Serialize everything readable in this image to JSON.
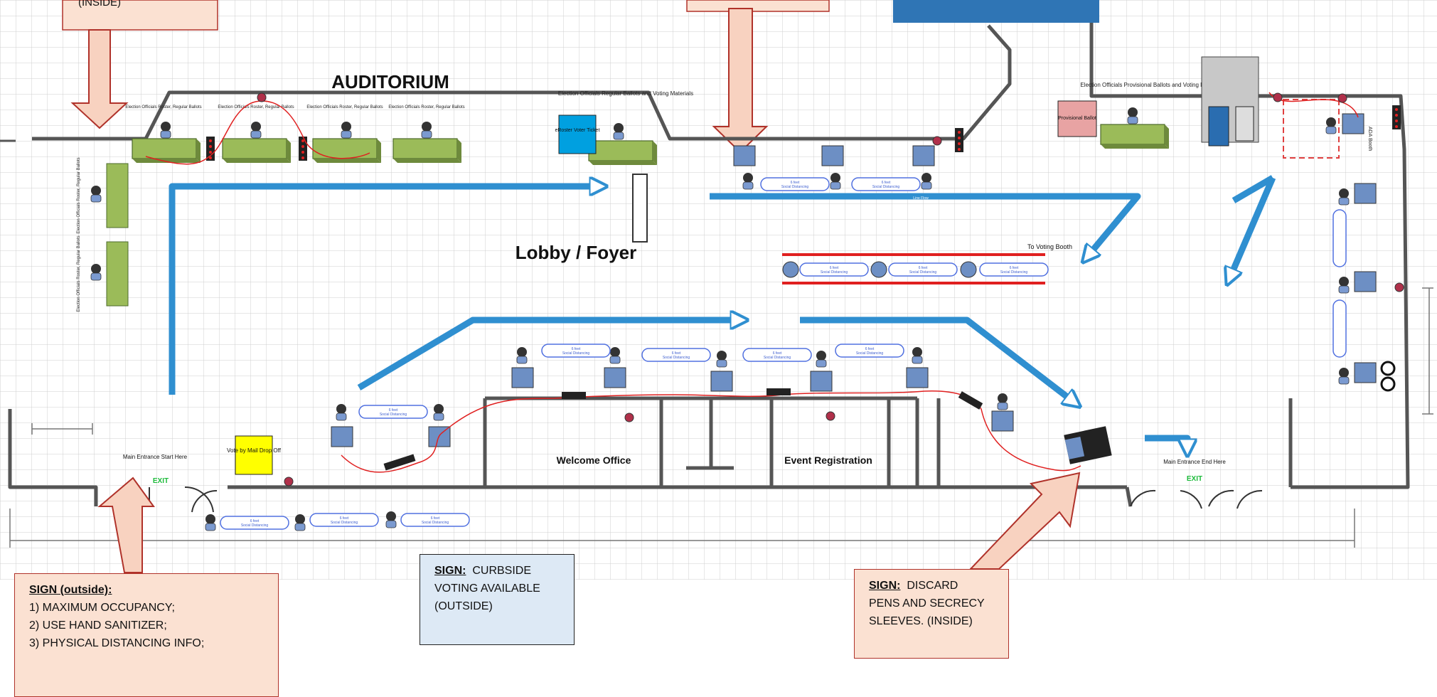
{
  "signs": {
    "top_left_partial": "(INSIDE)",
    "outside": {
      "heading": "SIGN (outside):",
      "lines": [
        "1) MAXIMUM OCCUPANCY;",
        "2) USE HAND SANITIZER;",
        "3) PHYSICAL DISTANCING INFO;"
      ]
    },
    "curbside": {
      "heading": "SIGN:",
      "text_1": "CURBSIDE",
      "text_2": "VOTING AVAILABLE",
      "text_3": "(OUTSIDE)"
    },
    "discard": {
      "heading": "SIGN:",
      "text_1": "DISCARD",
      "text_2": "PENS AND SECRECY",
      "text_3": "SLEEVES. (INSIDE)"
    }
  },
  "rooms": {
    "auditorium": "AUDITORIUM",
    "lobby": "Lobby / Foyer",
    "welcome_office": "Welcome Office",
    "event_registration": "Event Registration"
  },
  "labels": {
    "election_officials_regular": "Election Officials Roster, Regular Ballots",
    "election_officials_regular_ballots_voting": "Election Officials Regular Ballots and Voting Materials",
    "election_officials_provisional": "Election Officials Provisional Ballots and Voting Materials",
    "provisional_ballot": "Provisional Ballot",
    "eroster_voter_ticket": "eRoster Voter Ticket",
    "vote_by_mail": "Vote by Mail Drop Off",
    "main_entrance_start": "Main Entrance Start Here",
    "main_entrance_end": "Main Entrance End Here",
    "exit": "EXIT",
    "to_voting_booth": "To Voting Booth",
    "ada_booth": "ADA Booth",
    "social_distancing": "6 feet Social Distancing",
    "flow": "Line Flow"
  },
  "colors": {
    "sign_fill": "#fbe1d2",
    "sign_border": "#b0322a",
    "arrow_fill": "#f8d2c0",
    "curbside_fill": "#dde9f5",
    "table_green": "#9bbb59",
    "flow_blue": "#2f8fd0",
    "cord_red": "#e02020",
    "booth_blue": "#6d8fc4",
    "banner_blue": "#2f75b5",
    "vbm_yellow": "#ffff00",
    "eroster_cyan": "#00a0e0"
  }
}
